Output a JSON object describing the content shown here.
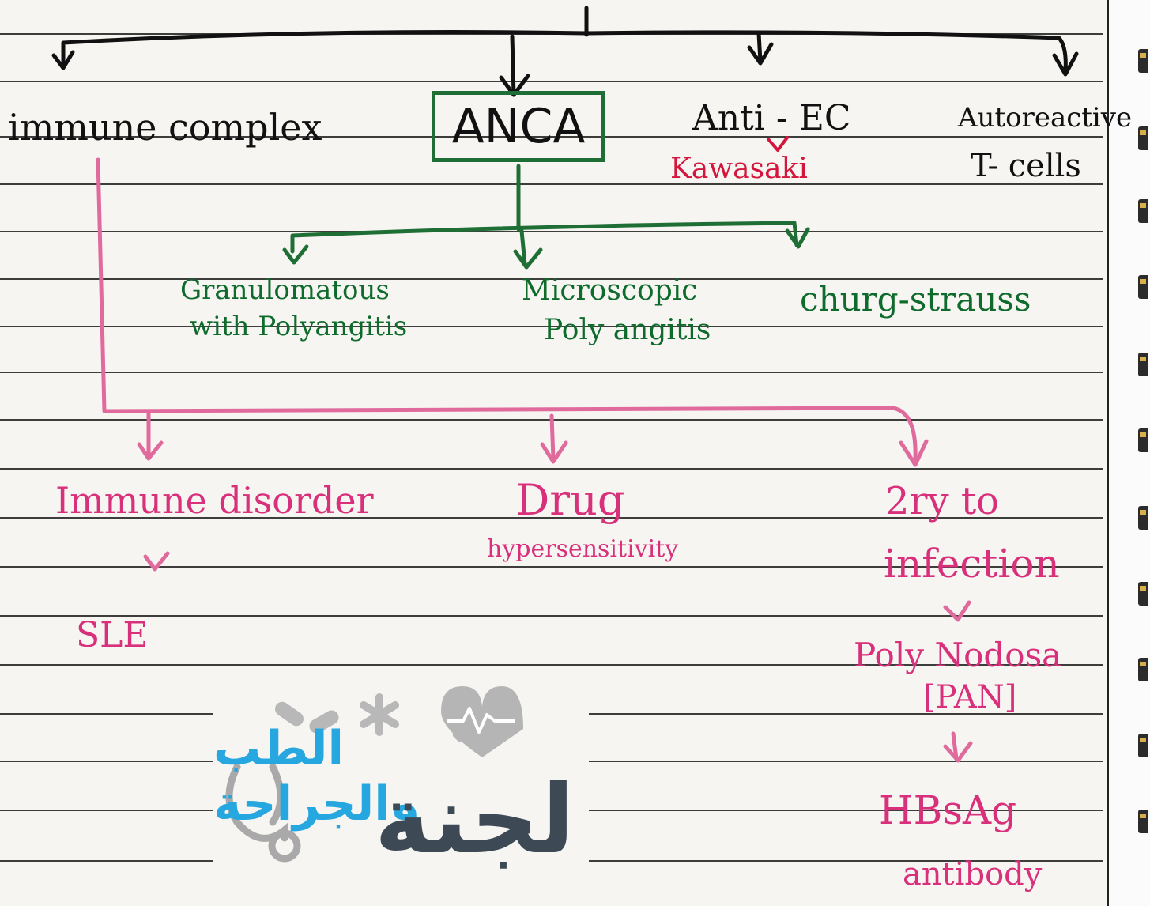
{
  "levels": {
    "top": [
      {
        "label": "immune complex"
      },
      {
        "label": "ANCA"
      },
      {
        "label": "Anti - EC",
        "note": "Kawasaki"
      },
      {
        "label": "Autoreactive",
        "label2": "T- cells"
      }
    ],
    "anca_children": [
      {
        "line1": "Granulomatous",
        "line2": "with Polyangitis"
      },
      {
        "line1": "Microscopic",
        "line2": "Poly angitis"
      },
      {
        "line1": "churg-strauss"
      }
    ],
    "immune_complex_children": [
      {
        "label": "Immune disorder",
        "sub": "SLE"
      },
      {
        "label": "Drug",
        "sub": "hypersensitivity"
      },
      {
        "label": "2ry to",
        "label2": "infection",
        "chain": [
          "Poly Nodosa",
          "[PAN]",
          "HBsAg",
          "antibody"
        ]
      }
    ]
  },
  "logo": {
    "arabic_top": "الطب والجراحة",
    "arabic_bottom": "لجنة"
  },
  "colors": {
    "black": "#111111",
    "green": "#0f6b2c",
    "pink": "#d8307a",
    "red": "#d4163c",
    "logo_blue": "#26a7df",
    "logo_gray": "#3d4a55"
  }
}
